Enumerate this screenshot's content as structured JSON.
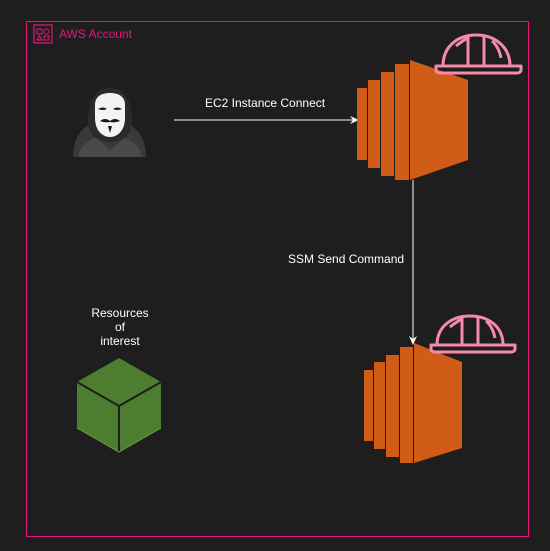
{
  "account": {
    "label": "AWS Account",
    "border_color": "#e7157b",
    "icon": "aws-account-icon"
  },
  "attacker": {
    "icon": "hacker-icon"
  },
  "edges": {
    "connect_label": "EC2 Instance Connect",
    "ssm_label": "SSM Send Command"
  },
  "resources": {
    "label_lines": [
      "Resources",
      "of",
      "interest"
    ],
    "icon": "resource-cube-icon",
    "color": "#4d7d2f"
  },
  "instances": [
    {
      "icon": "ec2-instance-icon",
      "badge": "helmet-icon"
    },
    {
      "icon": "ec2-instance-icon",
      "badge": "helmet-icon"
    }
  ],
  "colors": {
    "ec2": "#d05c17",
    "helmet": "#f58ba8",
    "arrow": "#ffffff",
    "background": "#1e1e1e"
  }
}
